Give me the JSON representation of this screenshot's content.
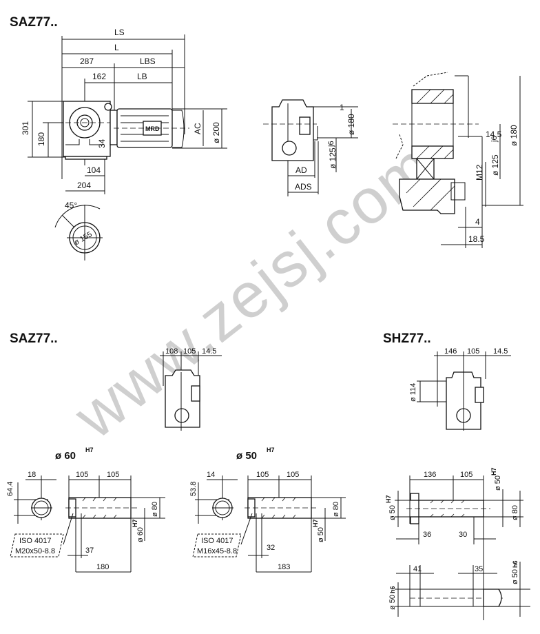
{
  "watermark": "www.zejsj.com",
  "section_top": {
    "title": "SAZ77..",
    "dims": {
      "ls": "LS",
      "l": "L",
      "d287": "287",
      "lbs": "LBS",
      "d162": "162",
      "lb": "LB",
      "d301": "301",
      "d180": "180",
      "d34": "34",
      "d104": "104",
      "d204": "204",
      "ac": "AC",
      "dia200": "ø 200",
      "angle": "45°",
      "dia155": "ø 155"
    },
    "motor_badge": "MRD"
  },
  "side_view": {
    "d1": "1",
    "dia180": "ø 180",
    "dia125": "ø 125",
    "tol125": "j6",
    "ad": "AD",
    "ads": "ADS"
  },
  "detail_view": {
    "d14_5": "14.5",
    "dia125": "ø 125",
    "tol125": "j6",
    "dia180": "ø 180",
    "m12": "M12",
    "d4": "4",
    "d18_5": "18.5"
  },
  "section_saz": {
    "title": "SAZ77..",
    "dims": {
      "a": "108",
      "b": "105",
      "c": "14.5"
    }
  },
  "section_shz": {
    "title": "SHZ77..",
    "dims": {
      "a": "146",
      "b": "105",
      "c": "14.5",
      "dia114": "ø 114"
    }
  },
  "shaft_60": {
    "title": "ø 60",
    "title_tol": "H7",
    "d18": "18",
    "d105a": "105",
    "d105b": "105",
    "d64_4": "64.4",
    "dia80": "ø 80",
    "dia60": "ø 60",
    "tol": "H7",
    "iso_line1": "ISO 4017",
    "iso_line2": "M20x50-8.8",
    "d37": "37",
    "d180": "180"
  },
  "shaft_50": {
    "title": "ø 50",
    "title_tol": "H7",
    "d14": "14",
    "d105a": "105",
    "d105b": "105",
    "d53_8": "53.8",
    "dia80": "ø 80",
    "dia50": "ø 50",
    "tol": "H7",
    "iso_line1": "ISO 4017",
    "iso_line2": "M16x45-8.8",
    "d32": "32",
    "d183": "183"
  },
  "shaft_shz": {
    "d136": "136",
    "d105": "105",
    "dia50_top": "ø 50",
    "tol_top": "H7",
    "dia50_left": "ø 50",
    "tol_left": "H7",
    "dia80": "ø 80",
    "d36": "36",
    "d30": "30",
    "d41": "41",
    "d35": "35",
    "dia50_h6_left": "ø 50",
    "tol_h6_left": "h6",
    "dia50_h6_right": "ø 50",
    "tol_h6_right": "h6"
  }
}
